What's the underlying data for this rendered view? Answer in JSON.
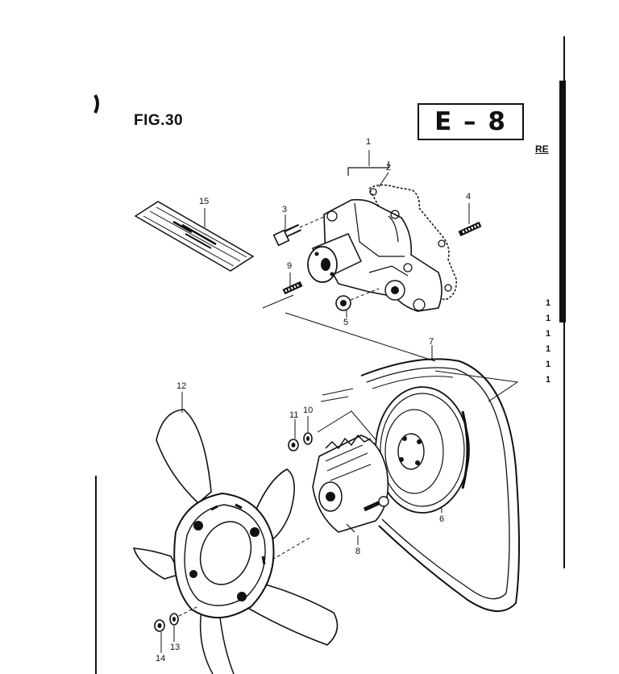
{
  "figure": {
    "label": "FIG.30",
    "code": "E – 8",
    "side_text": "RE"
  },
  "callouts": {
    "p1": "1",
    "p2": "2",
    "p3": "3",
    "p4": "4",
    "p5": "5",
    "p6": "6",
    "p7": "7",
    "p8": "8",
    "p9": "9",
    "p10": "10",
    "p11": "11",
    "p12": "12",
    "p13": "13",
    "p14": "14",
    "p15": "15"
  },
  "side_ticks": [
    "1",
    "1",
    "1",
    "1",
    "1",
    "1"
  ]
}
